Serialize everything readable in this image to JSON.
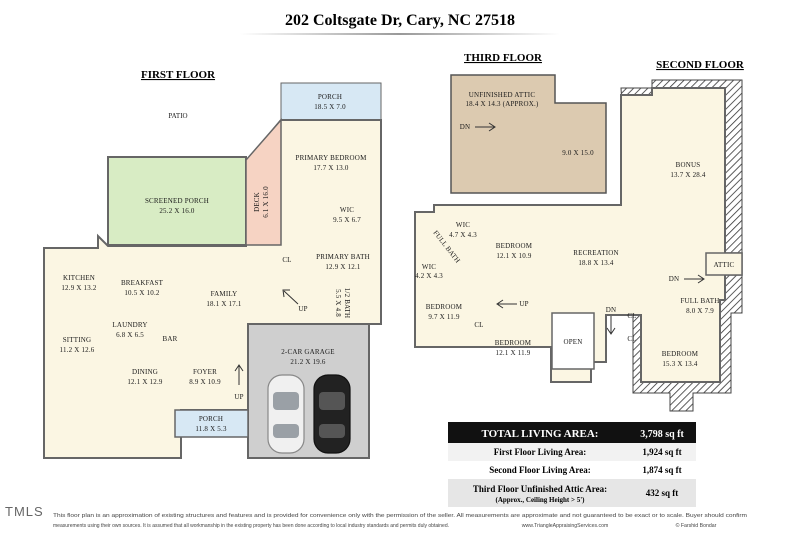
{
  "header": {
    "address": "202 Coltsgate Dr, Cary, NC 27518"
  },
  "floors": {
    "first": {
      "title": "FIRST FLOOR",
      "patio": "PATIO",
      "rooms": {
        "porch_top": {
          "name": "PORCH",
          "dims": "18.5 X 7.0"
        },
        "primary_bedroom": {
          "name": "PRIMARY BEDROOM",
          "dims": "17.7 X 13.0"
        },
        "deck": {
          "name": "DECK",
          "dims": "6.1 X 16.0"
        },
        "screened_porch": {
          "name": "SCREENED PORCH",
          "dims": "25.2 X 16.0"
        },
        "wic": {
          "name": "WIC",
          "dims": "9.5 X 6.7"
        },
        "primary_bath": {
          "name": "PRIMARY BATH",
          "dims": "12.9 X 12.1"
        },
        "half_bath": {
          "name": "1/2 BATH",
          "dims": "5.5 X 4.8"
        },
        "kitchen": {
          "name": "KITCHEN",
          "dims": "12.9 X 13.2"
        },
        "breakfast": {
          "name": "BREAKFAST",
          "dims": "10.5 X 10.2"
        },
        "family": {
          "name": "FAMILY",
          "dims": "18.1 X 17.1"
        },
        "laundry": {
          "name": "LAUNDRY",
          "dims": "6.8 X 6.5"
        },
        "sitting": {
          "name": "SITTING",
          "dims": "11.2 X 12.6"
        },
        "dining": {
          "name": "DINING",
          "dims": "12.1 X 12.9"
        },
        "foyer": {
          "name": "FOYER",
          "dims": "8.9 X 10.9"
        },
        "garage": {
          "name": "2-CAR GARAGE",
          "dims": "21.2 X 19.6"
        },
        "porch_front": {
          "name": "PORCH",
          "dims": "11.8 X 5.3"
        }
      },
      "marks": {
        "bar": "BAR",
        "cl": "CL",
        "up1": "UP",
        "up2": "UP"
      }
    },
    "third": {
      "title": "THIRD FLOOR",
      "rooms": {
        "attic": {
          "name": "UNFINISHED ATTIC",
          "dims": "18.4 X 14.3 (APPROX.)"
        },
        "attic_ext": {
          "dims": "9.0 X 15.0"
        }
      },
      "marks": {
        "dn": "DN"
      }
    },
    "second": {
      "title": "SECOND FLOOR",
      "rooms": {
        "bonus": {
          "name": "BONUS",
          "dims": "13.7 X 28.4"
        },
        "attic": {
          "name": "ATTIC"
        },
        "wic_a": {
          "name": "WIC",
          "dims": "4.7 X 4.3"
        },
        "full_bath_a": {
          "name": "FULL BATH"
        },
        "wic_b": {
          "name": "WIC",
          "dims": "4.2 X 4.3"
        },
        "bedroom_a": {
          "name": "BEDROOM",
          "dims": "12.1 X 10.9"
        },
        "recreation": {
          "name": "RECREATION",
          "dims": "18.8 X 13.4"
        },
        "bedroom_b": {
          "name": "BEDROOM",
          "dims": "9.7 X 11.9"
        },
        "bedroom_c": {
          "name": "BEDROOM",
          "dims": "12.1 X 11.9"
        },
        "open": {
          "name": "OPEN"
        },
        "full_bath_b": {
          "name": "FULL BATH",
          "dims": "8.0 X 7.9"
        },
        "bedroom_d": {
          "name": "BEDROOM",
          "dims": "15.3 X 13.4"
        }
      },
      "marks": {
        "dn1": "DN",
        "dn2": "DN",
        "up": "UP",
        "cl1": "CL",
        "cl2": "CL",
        "cl3": "CL"
      }
    }
  },
  "stats": {
    "total": {
      "label": "TOTAL LIVING AREA:",
      "value": "3,798 sq ft"
    },
    "first": {
      "label": "First Floor Living Area:",
      "value": "1,924 sq ft"
    },
    "second": {
      "label": "Second Floor Living Area:",
      "value": "1,874 sq ft"
    },
    "third": {
      "label": "Third Floor Unfinished Attic Area:",
      "sublabel": "(Approx., Ceiling Height > 5')",
      "value": "432 sq ft"
    }
  },
  "footer": {
    "logo": "TMLS",
    "line1": "This floor plan is an approximation of existing structures and features and is provided for convenience only with the permission of the seller.  All measurements are approximate and not guaranteed to be exact or to scale.  Buyer should confirm",
    "line2": "measurements using their own sources.  It is assumed that all workmanship in the existing property has been done according to local industry standards and permits duly obtained.",
    "site": "www.TriangleAppraisingServices.com",
    "credit": "© Farshid Bondar"
  },
  "colors": {
    "floor": "#fbf6e3",
    "porch": "#d7e8f4",
    "screened_porch": "#d8ecc4",
    "deck": "#f6d3c3",
    "garage": "#cfcfcf",
    "attic": "#dccab0",
    "wall": "#666666",
    "stats_header": "#111111"
  }
}
